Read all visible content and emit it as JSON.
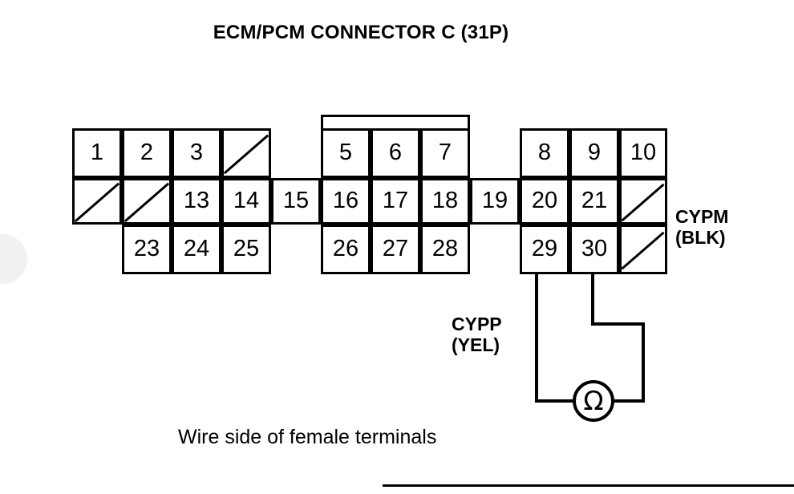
{
  "title": "ECM/PCM CONNECTOR C (31P)",
  "caption": "Wire side of female terminals",
  "connector": {
    "name": "ECM/PCM Connector C",
    "pin_count": "31P",
    "columns": 12,
    "rows": 3,
    "cells": [
      {
        "id": "r1c1",
        "row": 1,
        "col": 1,
        "label": "1",
        "type": "pin"
      },
      {
        "id": "r1c2",
        "row": 1,
        "col": 2,
        "label": "2",
        "type": "pin"
      },
      {
        "id": "r1c3",
        "row": 1,
        "col": 3,
        "label": "3",
        "type": "pin"
      },
      {
        "id": "r1c4",
        "row": 1,
        "col": 4,
        "label": "",
        "type": "blank"
      },
      {
        "id": "r1c6",
        "row": 1,
        "col": 6,
        "label": "5",
        "type": "pin"
      },
      {
        "id": "r1c7",
        "row": 1,
        "col": 7,
        "label": "6",
        "type": "pin"
      },
      {
        "id": "r1c8",
        "row": 1,
        "col": 8,
        "label": "7",
        "type": "pin"
      },
      {
        "id": "r1c10",
        "row": 1,
        "col": 10,
        "label": "8",
        "type": "pin"
      },
      {
        "id": "r1c11",
        "row": 1,
        "col": 11,
        "label": "9",
        "type": "pin"
      },
      {
        "id": "r1c12",
        "row": 1,
        "col": 12,
        "label": "10",
        "type": "pin"
      },
      {
        "id": "r2c1",
        "row": 2,
        "col": 1,
        "label": "",
        "type": "blank"
      },
      {
        "id": "r2c2",
        "row": 2,
        "col": 2,
        "label": "",
        "type": "blank"
      },
      {
        "id": "r2c3",
        "row": 2,
        "col": 3,
        "label": "13",
        "type": "pin"
      },
      {
        "id": "r2c4",
        "row": 2,
        "col": 4,
        "label": "14",
        "type": "pin"
      },
      {
        "id": "r2c5",
        "row": 2,
        "col": 5,
        "label": "15",
        "type": "pin"
      },
      {
        "id": "r2c6",
        "row": 2,
        "col": 6,
        "label": "16",
        "type": "pin"
      },
      {
        "id": "r2c7",
        "row": 2,
        "col": 7,
        "label": "17",
        "type": "pin"
      },
      {
        "id": "r2c8",
        "row": 2,
        "col": 8,
        "label": "18",
        "type": "pin"
      },
      {
        "id": "r2c9",
        "row": 2,
        "col": 9,
        "label": "19",
        "type": "pin"
      },
      {
        "id": "r2c10",
        "row": 2,
        "col": 10,
        "label": "20",
        "type": "pin"
      },
      {
        "id": "r2c11",
        "row": 2,
        "col": 11,
        "label": "21",
        "type": "pin"
      },
      {
        "id": "r2c12",
        "row": 2,
        "col": 12,
        "label": "",
        "type": "blank"
      },
      {
        "id": "r3c2",
        "row": 3,
        "col": 2,
        "label": "23",
        "type": "pin"
      },
      {
        "id": "r3c3",
        "row": 3,
        "col": 3,
        "label": "24",
        "type": "pin"
      },
      {
        "id": "r3c4",
        "row": 3,
        "col": 4,
        "label": "25",
        "type": "pin"
      },
      {
        "id": "r3c6",
        "row": 3,
        "col": 6,
        "label": "26",
        "type": "pin"
      },
      {
        "id": "r3c7",
        "row": 3,
        "col": 7,
        "label": "27",
        "type": "pin"
      },
      {
        "id": "r3c8",
        "row": 3,
        "col": 8,
        "label": "28",
        "type": "pin"
      },
      {
        "id": "r3c10",
        "row": 3,
        "col": 10,
        "label": "29",
        "type": "pin"
      },
      {
        "id": "r3c11",
        "row": 3,
        "col": 11,
        "label": "30",
        "type": "pin"
      },
      {
        "id": "r3c12",
        "row": 3,
        "col": 12,
        "label": "",
        "type": "blank"
      }
    ]
  },
  "wire_labels": {
    "cypm": "CYPM\n(BLK)",
    "cypm_name": "CYPM",
    "cypm_color": "BLK",
    "cypp": "CYPP\n(YEL)",
    "cypp_name": "CYPP",
    "cypp_color": "YEL"
  },
  "meter": {
    "symbol": "Ω",
    "type": "ohmmeter",
    "probe_pins": [
      "29",
      "30"
    ]
  },
  "colors": {
    "ink": "#000000",
    "paper": "#ffffff"
  }
}
